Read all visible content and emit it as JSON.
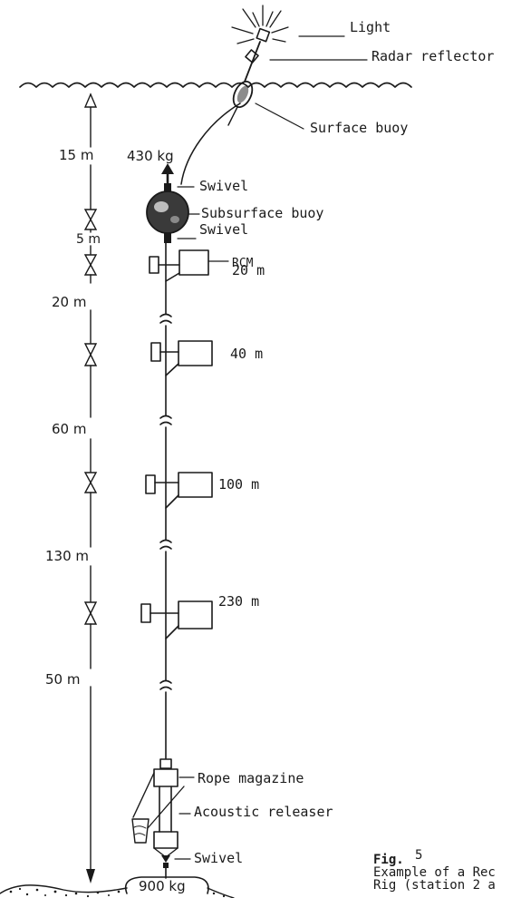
{
  "labels": {
    "light": "Light",
    "radar_reflector": "Radar reflector",
    "surface_buoy": "Surface buoy",
    "swivel_top": "Swivel",
    "subsurface_buoy": "Subsurface buoy",
    "swivel_bottom": "Swivel",
    "rcm": "RCM",
    "rope_magazine": "Rope magazine",
    "acoustic_releaser": "Acoustic releaser",
    "swivel_anchor": "Swivel",
    "buoyancy": "430 kg",
    "anchor_weight": "900 kg"
  },
  "instruments": [
    {
      "depth": "20 m"
    },
    {
      "depth": "40 m"
    },
    {
      "depth": "100 m"
    },
    {
      "depth": "230 m"
    }
  ],
  "intervals": [
    {
      "label": "15 m"
    },
    {
      "label": "5 m"
    },
    {
      "label": "20 m"
    },
    {
      "label": "60 m"
    },
    {
      "label": "130 m"
    },
    {
      "label": "50 m"
    }
  ],
  "caption": {
    "fig": "Fig.",
    "number": "5",
    "line1": "Example of a Rec",
    "line2": "Rig (station 2 a"
  }
}
